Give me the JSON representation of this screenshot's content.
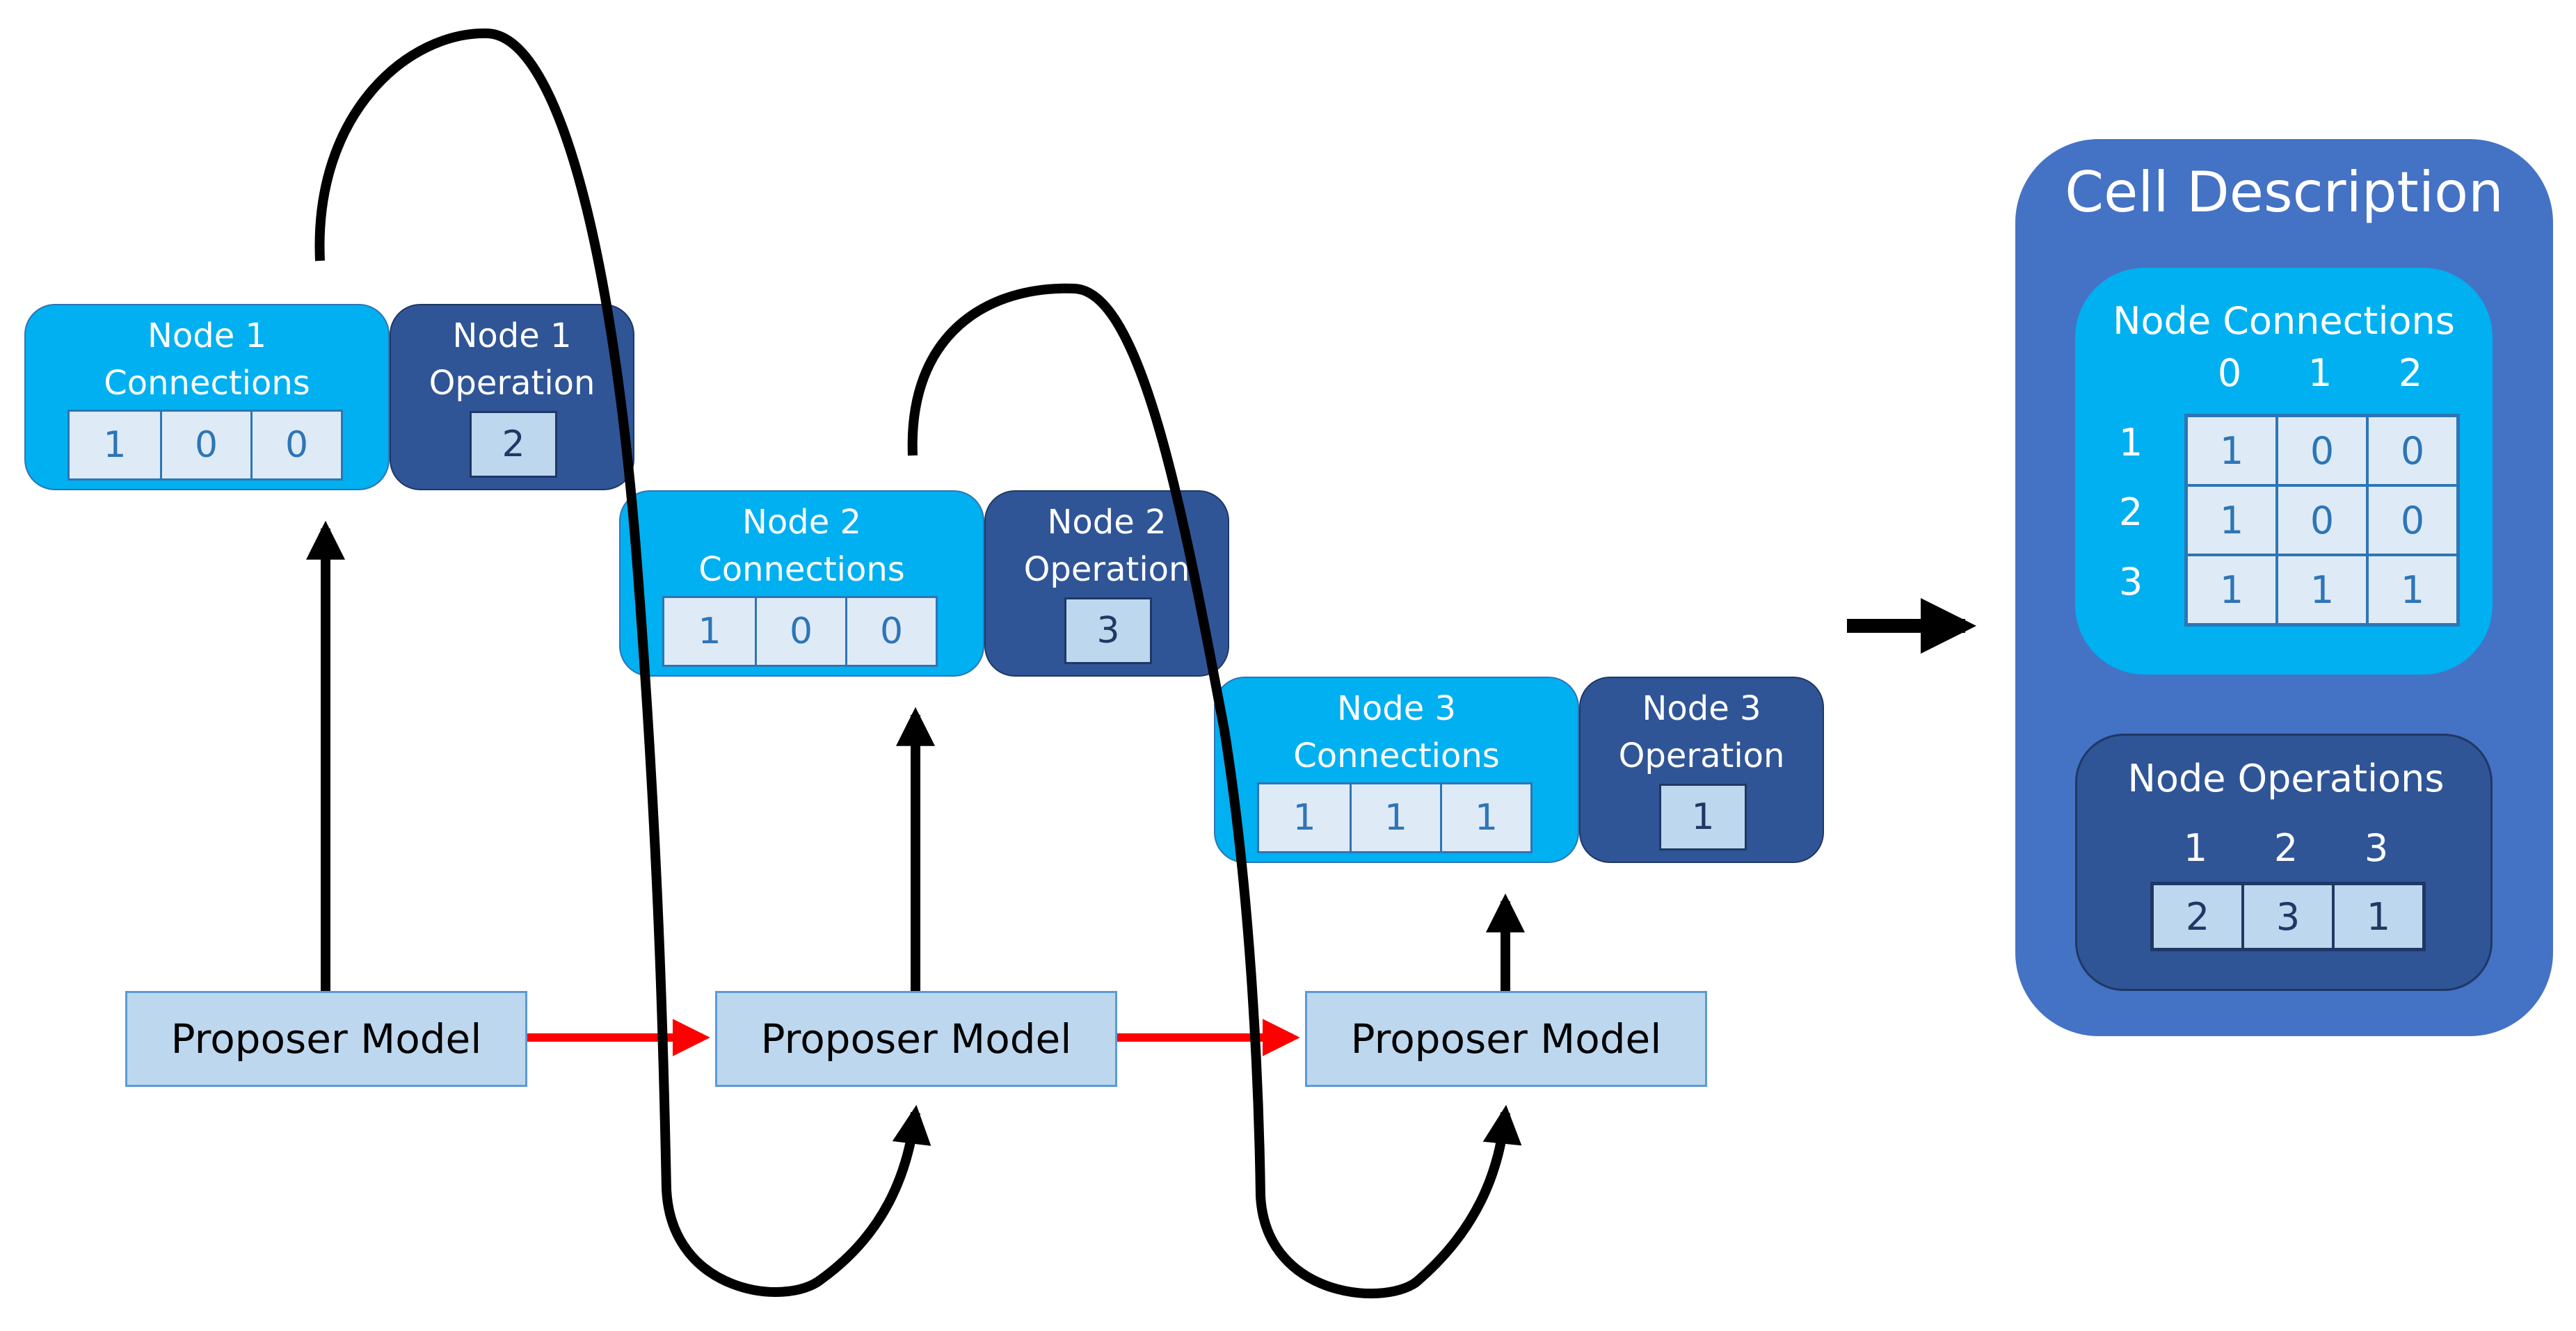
{
  "nodes": [
    {
      "conn_title_line1": "Node 1",
      "conn_title_line2": "Connections",
      "connections": [
        "1",
        "0",
        "0"
      ],
      "op_title_line1": "Node  1",
      "op_title_line2": "Operation",
      "operation": "2"
    },
    {
      "conn_title_line1": "Node 2",
      "conn_title_line2": "Connections",
      "connections": [
        "1",
        "0",
        "0"
      ],
      "op_title_line1": "Node  2",
      "op_title_line2": "Operation",
      "operation": "3"
    },
    {
      "conn_title_line1": "Node 3",
      "conn_title_line2": "Connections",
      "connections": [
        "1",
        "1",
        "1"
      ],
      "op_title_line1": "Node  3",
      "op_title_line2": "Operation",
      "operation": "1"
    }
  ],
  "proposer_label": "Proposer Model",
  "cell": {
    "title": "Cell Description",
    "connections_title": "Node Connections",
    "connections_col_headers": [
      "0",
      "1",
      "2"
    ],
    "connections_row_headers": [
      "1",
      "2",
      "3"
    ],
    "connections_matrix": [
      [
        "1",
        "0",
        "0"
      ],
      [
        "1",
        "0",
        "0"
      ],
      [
        "1",
        "1",
        "1"
      ]
    ],
    "operations_title": "Node Operations",
    "operations_headers": [
      "1",
      "2",
      "3"
    ],
    "operations_values": [
      "2",
      "3",
      "1"
    ]
  },
  "colors": {
    "connections_fill": "#00b0f0",
    "operation_fill": "#2f5597",
    "proposer_fill": "#bdd7ee",
    "cell_fill": "#4472c4",
    "red_arrow": "#ff0000",
    "black_arrow": "#000000"
  }
}
